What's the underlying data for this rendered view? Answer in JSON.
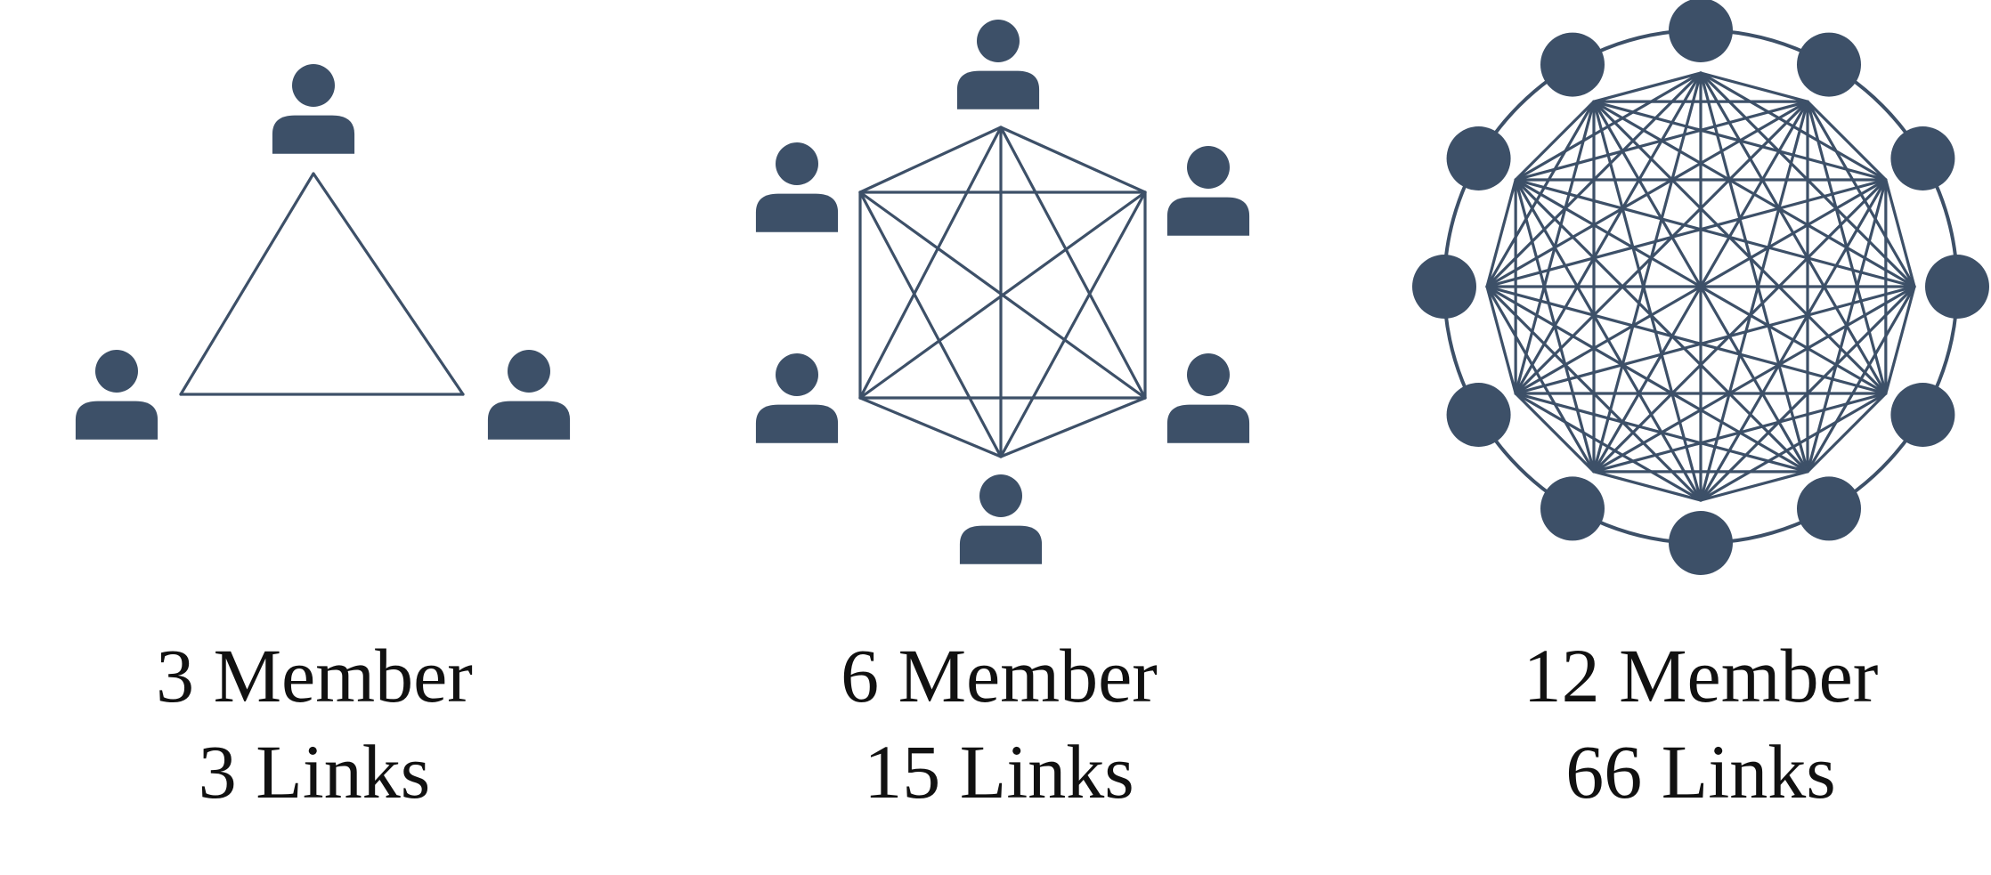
{
  "colors": {
    "icon": "#3d5068",
    "edge": "#3d5068",
    "text": "#111111",
    "background": "#ffffff"
  },
  "icons": {
    "member": "person-icon",
    "node": "circle-node-icon"
  },
  "groups": [
    {
      "members": 3,
      "members_label": "3 Member",
      "links": 3,
      "links_label": "3 Links"
    },
    {
      "members": 6,
      "members_label": "6 Member",
      "links": 15,
      "links_label": "15 Links"
    },
    {
      "members": 12,
      "members_label": "12 Member",
      "links": 66,
      "links_label": "66 Links"
    }
  ]
}
